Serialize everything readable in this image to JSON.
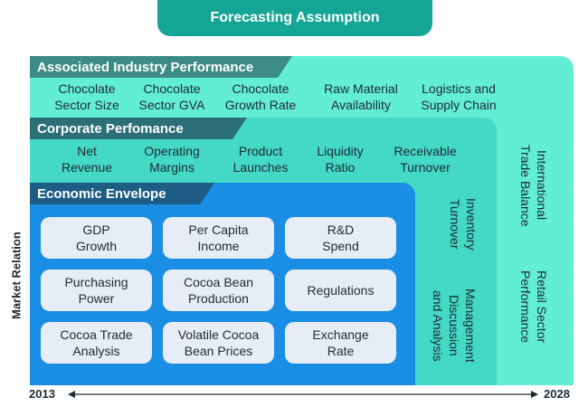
{
  "title": "Forecasting Assumption",
  "axis": {
    "vertical_label": "Market Relation",
    "start_year": "2013",
    "end_year": "2028"
  },
  "industry": {
    "header": "Associated Industry Performance",
    "items": [
      "Chocolate\nSector Size",
      "Chocolate\nSector GVA",
      "Chocolate\nGrowth Rate",
      "Raw Material\nAvailability",
      "Logistics and\nSupply Chain"
    ],
    "side_labels": [
      "International\nTrade Balance",
      "Retail Sector\nPerformance"
    ]
  },
  "corporate": {
    "header": "Corporate Perfomance",
    "items": [
      "Net\nRevenue",
      "Operating\nMargins",
      "Product\nLaunches",
      "Liquidity\nRatio",
      "Receivable\nTurnover"
    ],
    "side_labels": [
      "Inventory\nTurnover",
      "Management\nDiscussion\nand Analysis"
    ]
  },
  "economic": {
    "header": "Economic Envelope",
    "cards": [
      "GDP\nGrowth",
      "Per Capita\nIncome",
      "R&D\nSpend",
      "Purchasing\nPower",
      "Cocoa Bean\nProduction",
      "Regulations",
      "Cocoa Trade\nAnalysis",
      "Volatile Cocoa\nBean Prices",
      "Exchange\nRate"
    ]
  },
  "colors": {
    "title_bg": "#15a597",
    "industry_bg": "#62eed5",
    "corporate_bg": "#44d8c6",
    "economic_bg": "#1a8ee4",
    "card_bg": "#e6edf6"
  }
}
